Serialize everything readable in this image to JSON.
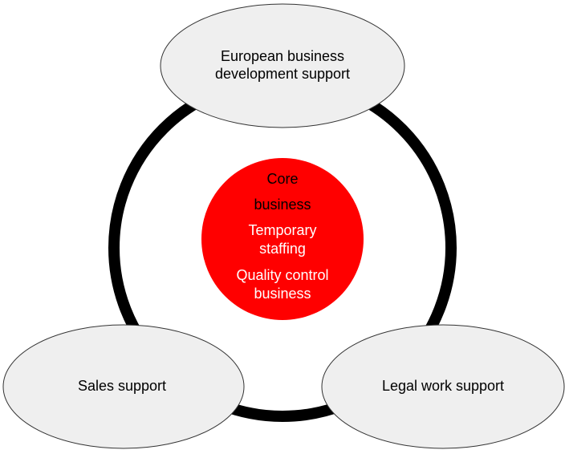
{
  "center": {
    "title_lines": [
      "Core",
      "business"
    ],
    "items": [
      {
        "lines": [
          "Temporary",
          "staffing"
        ]
      },
      {
        "lines": [
          "Quality control",
          "business"
        ]
      }
    ]
  },
  "nodes": [
    {
      "lines": [
        "European business",
        "development support"
      ]
    },
    {
      "lines": [
        "Sales support"
      ]
    },
    {
      "lines": [
        "Legal work support"
      ]
    }
  ],
  "colors": {
    "center_fill": "#ff0000",
    "node_fill": "#efefef",
    "ring": "#000000"
  }
}
